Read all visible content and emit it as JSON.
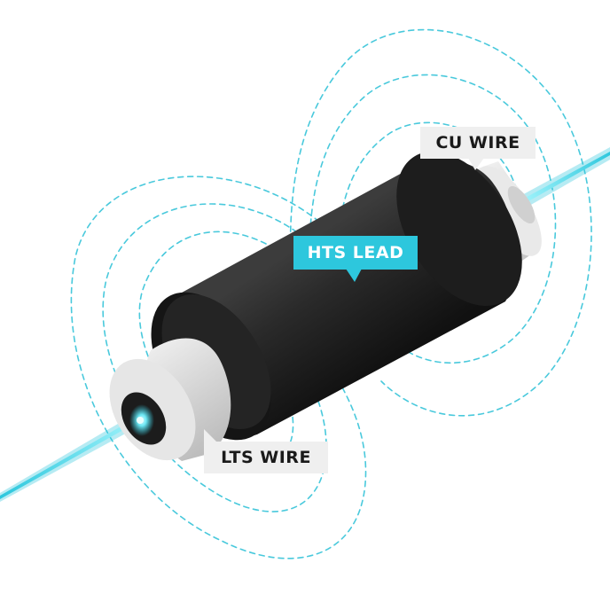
{
  "labels": {
    "cu_wire": "CU WIRE",
    "hts_lead": "HTS LEAD",
    "lts_wire": "LTS WIRE"
  },
  "colors": {
    "accent": "#2dc7dd",
    "field_lines": "#49c9dc",
    "hts_body": "#262626",
    "copper_sleeve": "#dcdcdc",
    "lts_sleeve": "#d8d8d8",
    "label_background": "#efefef",
    "label_text": "#1a1a1a"
  }
}
